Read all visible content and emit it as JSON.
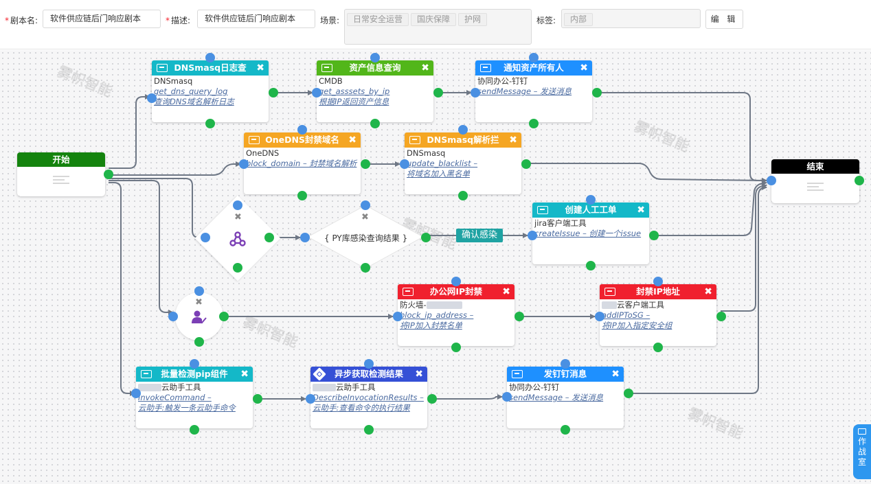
{
  "form": {
    "name_label": "剧本名:",
    "name_value": "软件供应链后门响应剧本",
    "desc_label": "描述:",
    "desc_value": "软件供应链后门响应剧本",
    "scene_label": "场景:",
    "scenes": [
      "日常安全运营",
      "国庆保障",
      "护网"
    ],
    "tags_label": "标签:",
    "tags": [
      "内部"
    ],
    "edit_label": "编 辑"
  },
  "watermark": "雾帜智能",
  "start_label": "开始",
  "end_label": "结束",
  "nodes": {
    "dns_log": {
      "title": "DNSmasq日志查",
      "line1": "DNSmasq",
      "line2": "get_dns_query_log",
      "line3": "查询DNS域名解析日志"
    },
    "asset": {
      "title": "资产信息查询",
      "line1": "CMDB",
      "line2": "get_asssets_by_ip",
      "line3": "根据IP返回资产信息"
    },
    "notify_owner": {
      "title": "通知资产所有人",
      "line1": "协同办公-钉钉",
      "line2": "sendMessage – 发送消息"
    },
    "onedns": {
      "title": "OneDNS封禁域名",
      "line1": "OneDNS",
      "line2": "block_domain – 封禁域名解析"
    },
    "dnsmasq_block": {
      "title": "DNSmasq解析拦",
      "line1": "DNSmasq",
      "line2": "update_blacklist –",
      "line3": "将域名加入黑名单"
    },
    "ticket": {
      "title": "创建人工工单",
      "line1": "jira客户端工具",
      "line2": "createIssue – 创建一个issue"
    },
    "office_block": {
      "title": "办公网IP封禁",
      "line1": "防火墙-",
      "line2": "block_ip_address –",
      "line3": "将IP加入封禁名单"
    },
    "ip_block": {
      "title": "封禁IP地址",
      "line1": "云客户端工具",
      "line2": "addIPToSG –",
      "line3": "将IP加入指定安全组"
    },
    "pip_check": {
      "title": "批量检测pip组件",
      "line1": "云助手工具",
      "line2": "InvokeCommand –",
      "line3": "云助手:触发一条云助手命令"
    },
    "async_result": {
      "title": "异步获取检测结果",
      "line1": "云助手工具",
      "line2": "DescribeInvocationResults –",
      "line3": "云助手:查看命令的执行结果"
    },
    "dingtalk": {
      "title": "发钉钉消息",
      "line1": "协同办公-钉钉",
      "line2": "sendMessage – 发送消息"
    }
  },
  "decision_label": "{ PY库感染查询结果 }",
  "condition_label": "确认感染",
  "war_room_label": "作战室",
  "colors": {
    "cyan": "#14b8c8",
    "green": "#52b61a",
    "blue": "#1e90ff",
    "orange": "#f5a623",
    "red": "#f0202e",
    "indigo": "#3550d6",
    "start": "#14830e",
    "end": "#000000",
    "edge": "#6e7785"
  }
}
